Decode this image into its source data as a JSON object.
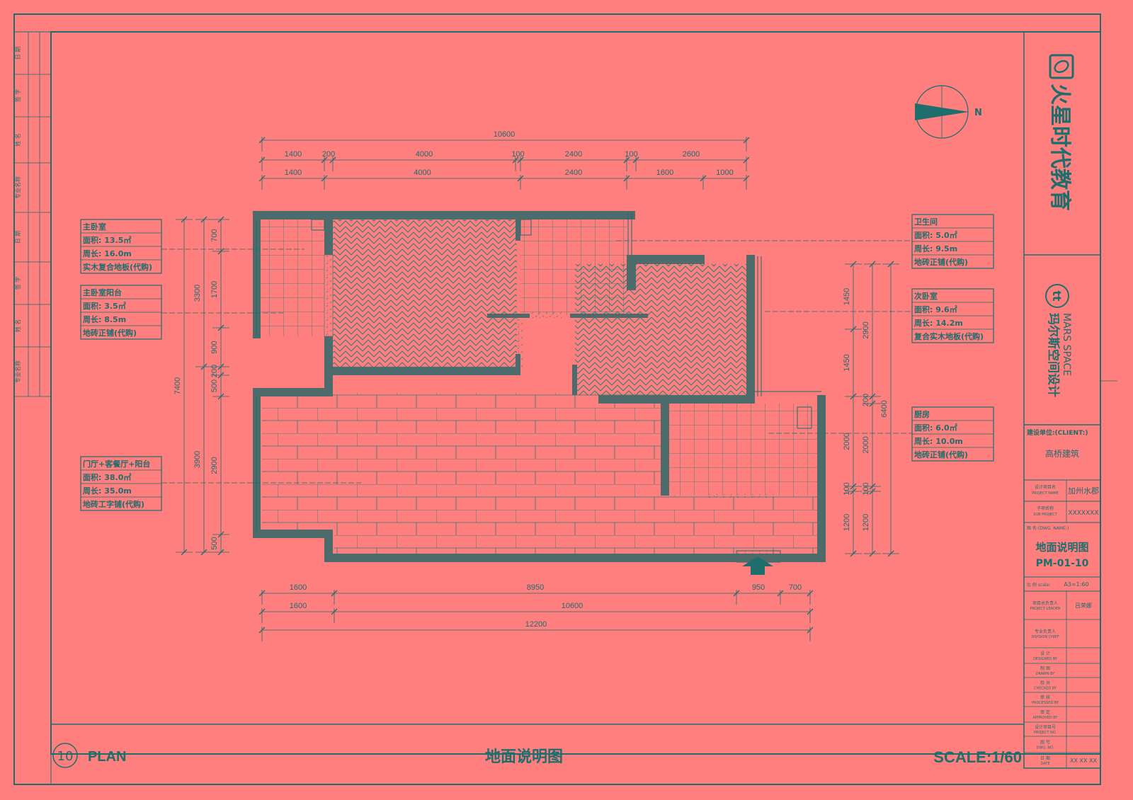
{
  "title_block": {
    "company_name": "火星时代教育",
    "brand_cn": "玛尔斯空间设计",
    "brand_en": "MARS SPACE",
    "client_label": "建设单位:(CLIENT:)",
    "client_value": "高桥建筑",
    "project_label_cn": "设计项目名",
    "project_label_en": "PROJECT NAME",
    "project_value": "加州水郡",
    "sub_label_cn": "子项名称",
    "sub_label_en": "SUB PROJECT",
    "sub_value": "XXXXXXX",
    "dwg_name_label": "图 名:(DWG. NAME:)",
    "drawing_title": "地面说明图",
    "drawing_number": "PM-01-10",
    "scale_label": "比 例 scale:",
    "scale_value": "A3=1:60",
    "rows": [
      {
        "cn": "项目总负责人",
        "en": "PROJECT LEADER",
        "value": "吕荣娜"
      },
      {
        "cn": "专业负责人",
        "en": "DIVISION CHIEF",
        "value": ""
      },
      {
        "cn": "设 计",
        "en": "DESIGNED BY",
        "value": ""
      },
      {
        "cn": "制 图",
        "en": "DRAWN BY",
        "value": ""
      },
      {
        "cn": "校 对",
        "en": "CHECKED BY",
        "value": ""
      },
      {
        "cn": "审 核",
        "en": "PROCESSED BY",
        "value": ""
      },
      {
        "cn": "审 定",
        "en": "APPROVED BY",
        "value": ""
      },
      {
        "cn": "设计项目号",
        "en": "PROJECT NO.",
        "value": ""
      },
      {
        "cn": "图 号",
        "en": "DWG. NO.",
        "value": ""
      },
      {
        "cn": "日 期",
        "en": "DATE",
        "value": "XX XX XX"
      }
    ]
  },
  "footer": {
    "plan_number": "10",
    "plan_label": "PLAN",
    "title": "地面说明图",
    "scale": "SCALE:1/60"
  },
  "north_label": "N",
  "left_strip": [
    "日 期",
    "签 字",
    "姓 名",
    "专业名称",
    "日 期",
    "签 字",
    "姓 名",
    "专业名称"
  ],
  "room_labels": {
    "master_bedroom": [
      "主卧室",
      "面积: 13.5㎡",
      "周长: 16.0m",
      "实木复合地板(代购)"
    ],
    "master_balcony": [
      "主卧室阳台",
      "面积: 3.5㎡",
      "周长: 8.5m",
      "地砖正铺(代购)"
    ],
    "living": [
      "门厅+客餐厅+阳台",
      "面积: 38.0㎡",
      "周长: 35.0m",
      "地砖工字铺(代购)"
    ],
    "bathroom": [
      "卫生间",
      "面积: 5.0㎡",
      "周长: 9.5m",
      "地砖正铺(代购)"
    ],
    "second_bedroom": [
      "次卧室",
      "面积: 9.6㎡",
      "周长: 14.2m",
      "复合实木地板(代购)"
    ],
    "kitchen": [
      "厨房",
      "面积: 6.0㎡",
      "周长: 10.0m",
      "地砖正铺(代购)"
    ]
  },
  "dims": {
    "top_total": "10600",
    "top_row1": [
      "1400",
      "200",
      "4000",
      "100",
      "2400",
      "100",
      "2600"
    ],
    "top_row2": [
      "1400",
      "4000",
      "2400",
      "1600",
      "1000"
    ],
    "bottom_row1": [
      "1600",
      "8950",
      "950",
      "700"
    ],
    "bottom_row2": [
      "1600",
      "10600"
    ],
    "bottom_total": "12200",
    "left_outer": "7400",
    "left_mid": [
      "3300",
      "3900"
    ],
    "left_inner": [
      "700",
      "1700",
      "900",
      "200",
      "500",
      "2900",
      "500"
    ],
    "right_inner": [
      "1450",
      "1450",
      "2000",
      "100",
      "1200"
    ],
    "right_mid": [
      "2900",
      "200",
      "2000",
      "100",
      "1200"
    ],
    "right_outer": "6400"
  }
}
